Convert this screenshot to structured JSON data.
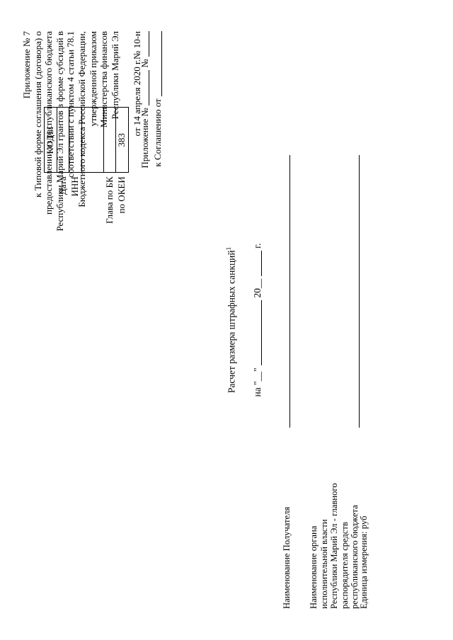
{
  "document": {
    "header_lines": [
      "Приложение № 7",
      "к Типовой форме соглашения (договора) о",
      "предоставлении из республиканского бюджета",
      "Республики Марий Эл грантов в форме субсидий в",
      "соответствии с пунктом 4 статьи 78.1",
      "Бюджетного кодекса Российской Федерации,",
      "утвержденной приказом",
      "Министерства финансов",
      "Республики Марий Эл",
      "от 14 апреля 2020 г.№ 10-н"
    ],
    "appendix": {
      "line1_prefix": "Приложение №",
      "line1_sep": "№",
      "line2_prefix": "к Соглашению от"
    },
    "title": "Расчет размера штрафных санкций",
    "title_footnote": "1",
    "date_line": {
      "prefix": "на \"__\"",
      "year": "20__",
      "suffix": "г."
    },
    "labels": {
      "recipient": "Наименование Получателя",
      "body": "Наименование органа\nисполнительной власти\nРеспублики Марий Эл - главного\nраспорядителя средств\nреспубликанского бюджета",
      "unit": "Единица измерения: руб"
    },
    "codes_table": {
      "header": "КОДЫ",
      "rows": [
        {
          "label": "Дата",
          "value": ""
        },
        {
          "label": "ИНН",
          "value": ""
        },
        {
          "label": "",
          "value": ""
        },
        {
          "label": "Глава по БК",
          "value": ""
        },
        {
          "label": "по ОКЕИ",
          "value": "383"
        }
      ]
    },
    "colors": {
      "text": "#000000",
      "rule": "#000000",
      "background": "#ffffff"
    }
  }
}
